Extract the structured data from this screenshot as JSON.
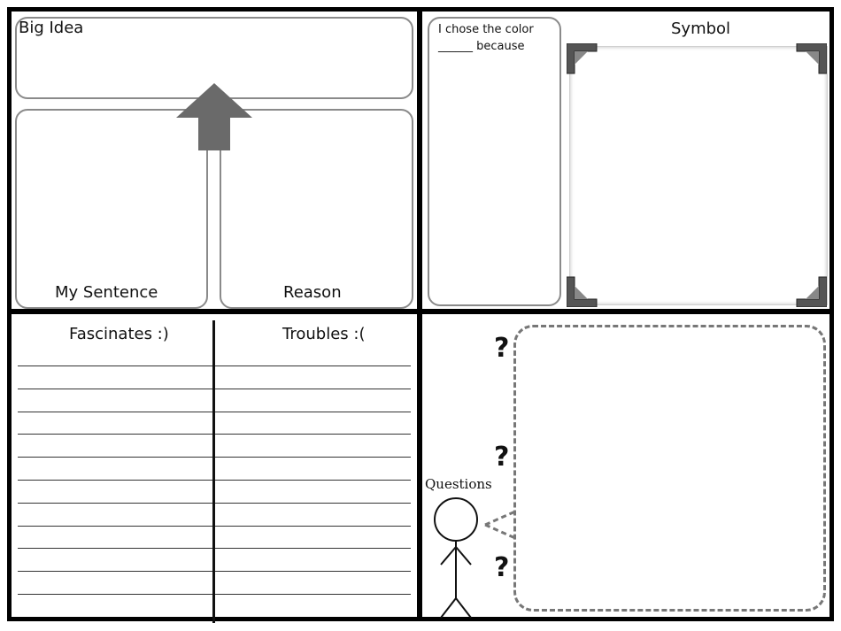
{
  "top_left": {
    "big_idea_label": "Big Idea",
    "my_sentence_label": "My Sentence",
    "reason_label": "Reason"
  },
  "top_right": {
    "color_prompt_line1": "I chose the color",
    "color_prompt_line2": "______ because",
    "symbol_label": "Symbol"
  },
  "bottom_left": {
    "fascinates_label": "Fascinates :)",
    "troubles_label": "Troubles :(",
    "line_count": 11
  },
  "bottom_right": {
    "questions_label": "Questions",
    "question_marks": [
      "?",
      "?",
      "?"
    ]
  }
}
